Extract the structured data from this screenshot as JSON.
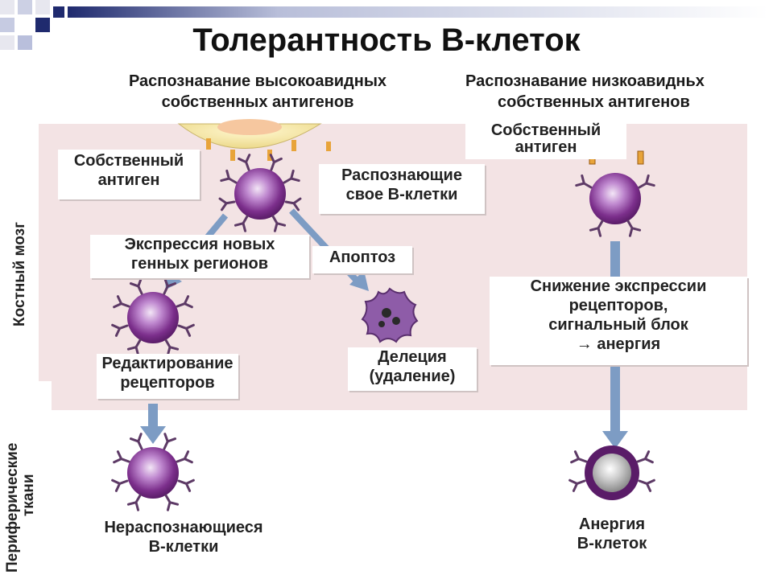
{
  "title": "Толерантность В-клеток",
  "left_column": {
    "heading_line1": "Распознавание высокоавидных",
    "heading_line2": "собственных антигенов",
    "self_antigen_line1": "Собственный",
    "self_antigen_line2": "антиген",
    "recognizing_line1": "Распознающие",
    "recognizing_line2": "свое В-клетки",
    "expression_line1": "Экспрессия новых",
    "expression_line2": "генных регионов",
    "apoptosis": "Апоптоз",
    "editing_line1": "Редактирование",
    "editing_line2": "рецепторов",
    "deletion_line1": "Делеция",
    "deletion_line2": "(удаление)",
    "result_line1": "Нераспознающиеся",
    "result_line2": "В-клетки"
  },
  "right_column": {
    "heading_line1": "Распознавание низкоавидньх",
    "heading_line2": "собственных антигенов",
    "self_antigen_line1": "Собственный",
    "self_antigen_line2": "антиген",
    "reduction_line1": "Снижение экспрессии",
    "reduction_line2": "рецепторов,",
    "reduction_line3": "сигнальный блок",
    "reduction_line4": "→ анергия",
    "result_line1": "Анергия",
    "result_line2": "В-клеток"
  },
  "side_labels": {
    "bone_marrow": "Костный мозг",
    "peripheral_line1": "Периферические",
    "peripheral_line2": "ткани"
  },
  "colors": {
    "bone_marrow_bg": "#f3e3e4",
    "cell_purple": "#7c2f8c",
    "arrow_blue": "#7d9cc4",
    "accent_navy": "#1f2a6e"
  }
}
